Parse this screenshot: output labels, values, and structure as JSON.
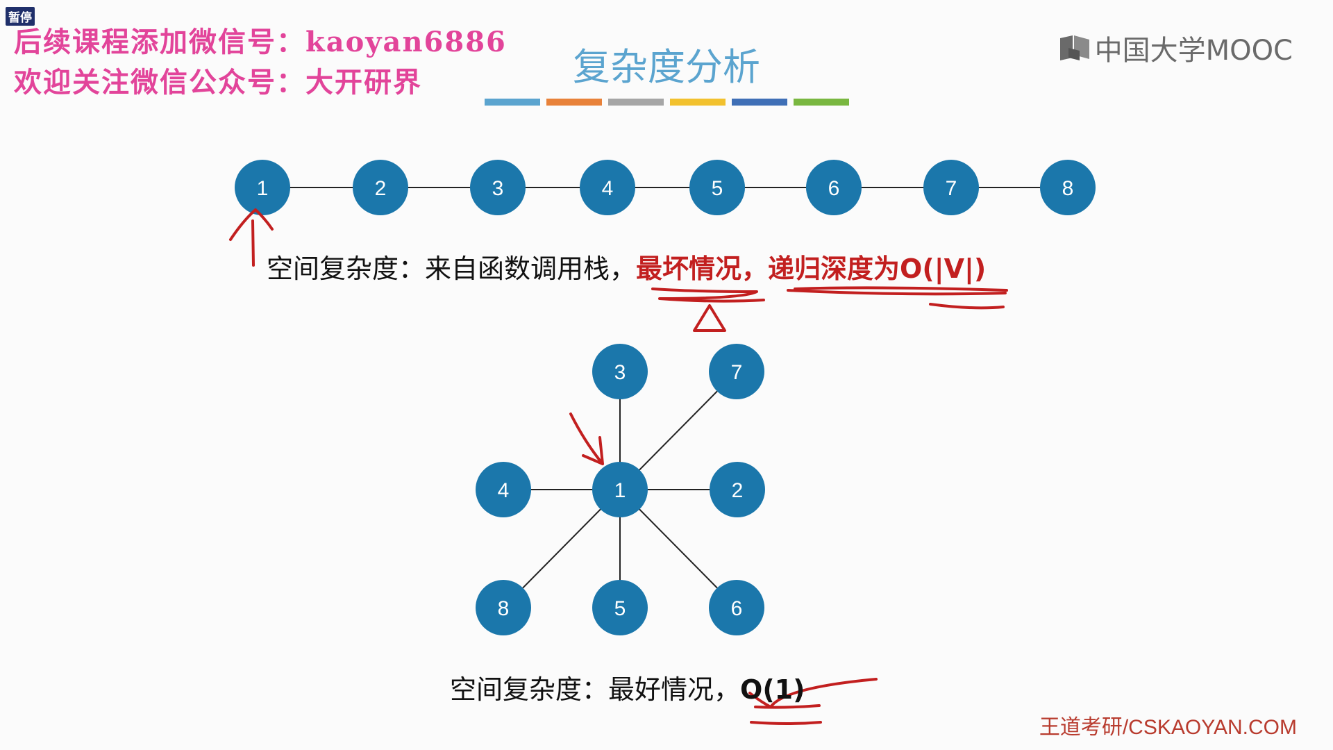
{
  "overlay": {
    "pause_label": "暂停",
    "promo_line1": "后续课程添加微信号：kaoyan6886",
    "promo_line2": "欢迎关注微信公众号：大开研界"
  },
  "slide": {
    "title": "复杂度分析",
    "title_bar_colors": [
      "#5ba4cf",
      "#e8823a",
      "#a6a6a6",
      "#f2c12e",
      "#3f6fb6",
      "#79b740"
    ],
    "brand": "中国大学MOOC",
    "footer_brand": "王道考研/CSKAOYAN.COM",
    "node_color": "#1b77ab",
    "annotation_color": "#c21f1f"
  },
  "chain_graph": {
    "nodes": [
      "1",
      "2",
      "3",
      "4",
      "5",
      "6",
      "7",
      "8"
    ]
  },
  "star_graph": {
    "center": "1",
    "nodes": [
      "3",
      "7",
      "4",
      "1",
      "2",
      "8",
      "5",
      "6"
    ]
  },
  "captions": {
    "worst_prefix": "空间复杂度：来自函数调用栈，",
    "worst_case": "最坏情况，",
    "worst_result": "递归深度为O(|V|)",
    "best_prefix": "空间复杂度：最好情况，",
    "best_result": "O(1)"
  }
}
